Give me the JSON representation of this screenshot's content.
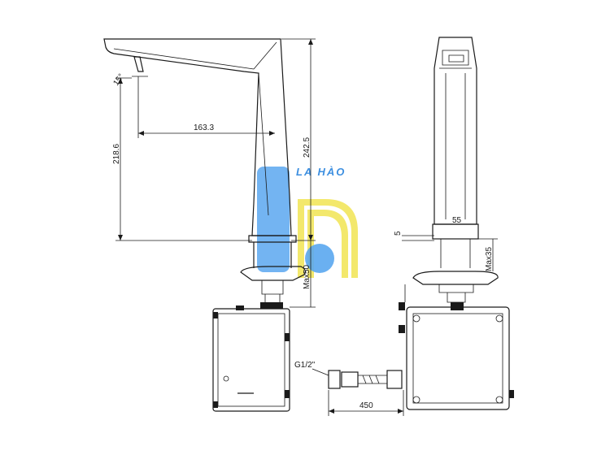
{
  "watermark": {
    "brand_text": "LA HÀO",
    "colors": {
      "blue": "#5aa7f0",
      "yellow": "#f2e65c",
      "text": "#3d8fe0"
    }
  },
  "front_view": {
    "dim_spout_reach": "163.3",
    "dim_spout_height": "218.6",
    "dim_total_height": "242.5",
    "dim_deck_thickness": "Max50",
    "spray_angle": "15°"
  },
  "side_view": {
    "dim_base_width": "55",
    "dim_base_height": "5",
    "dim_deck_thickness": "Max35",
    "thread_label": "G1/2\"",
    "dim_hose_length": "450"
  }
}
